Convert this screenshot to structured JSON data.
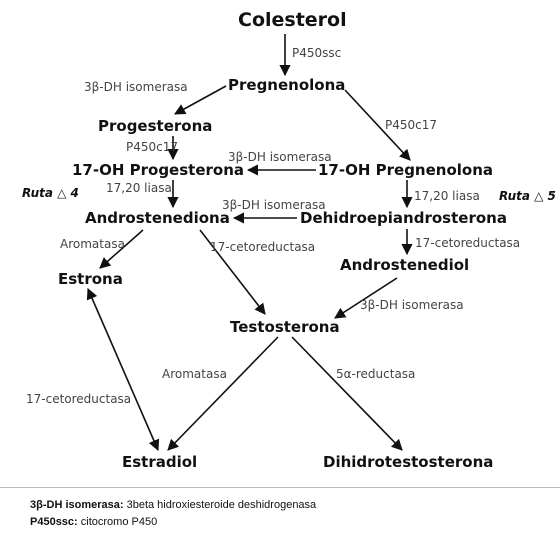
{
  "nodes": {
    "colesterol": "Colesterol",
    "pregnenolona": "Pregnenolona",
    "progesterona": "Progesterona",
    "oh17_progesterona": "17-OH Progesterona",
    "oh17_pregnenolona": "17-OH Pregnenolona",
    "androstenediona": "Androstenediona",
    "dhea": "Dehidroepiandrosterona",
    "androstenediol": "Androstenediol",
    "estrona": "Estrona",
    "testosterona": "Testosterona",
    "estradiol": "Estradiol",
    "dht": "Dihidrotestosterona"
  },
  "enzymes": {
    "p450scc": "P450ssc",
    "hsd_prog": "3β-DH isomerasa",
    "p450c17_right": "P450c17",
    "p450c17_left": "P450c17",
    "hsd_17oh": "3β-DH isomerasa",
    "liasa_left": "17,20 liasa",
    "liasa_right": "17,20 liasa",
    "hsd_dhea": "3β-DH isomerasa",
    "aromatasa_left": "Aromatasa",
    "cetored_center": "17-cetoreductasa",
    "cetored_right": "17-cetoreductasa",
    "hsd_androstenediol": "3β-DH isomerasa",
    "aromatasa_bottom": "Aromatasa",
    "reductasa_5a": "5α-reductasa",
    "cetored_left": "17-cetoreductasa"
  },
  "routes": {
    "delta4": "Ruta △ 4",
    "delta5": "Ruta △ 5"
  },
  "legend": [
    {
      "term": "3β-DH isomerasa:",
      "definition": "3beta hidroxiesteroide deshidrogenasa"
    },
    {
      "term": "P450ssc:",
      "definition": "citocromo P450"
    }
  ],
  "colors": {
    "arrow": "#111111",
    "text": "#111111",
    "enzyme_text": "#444444"
  }
}
